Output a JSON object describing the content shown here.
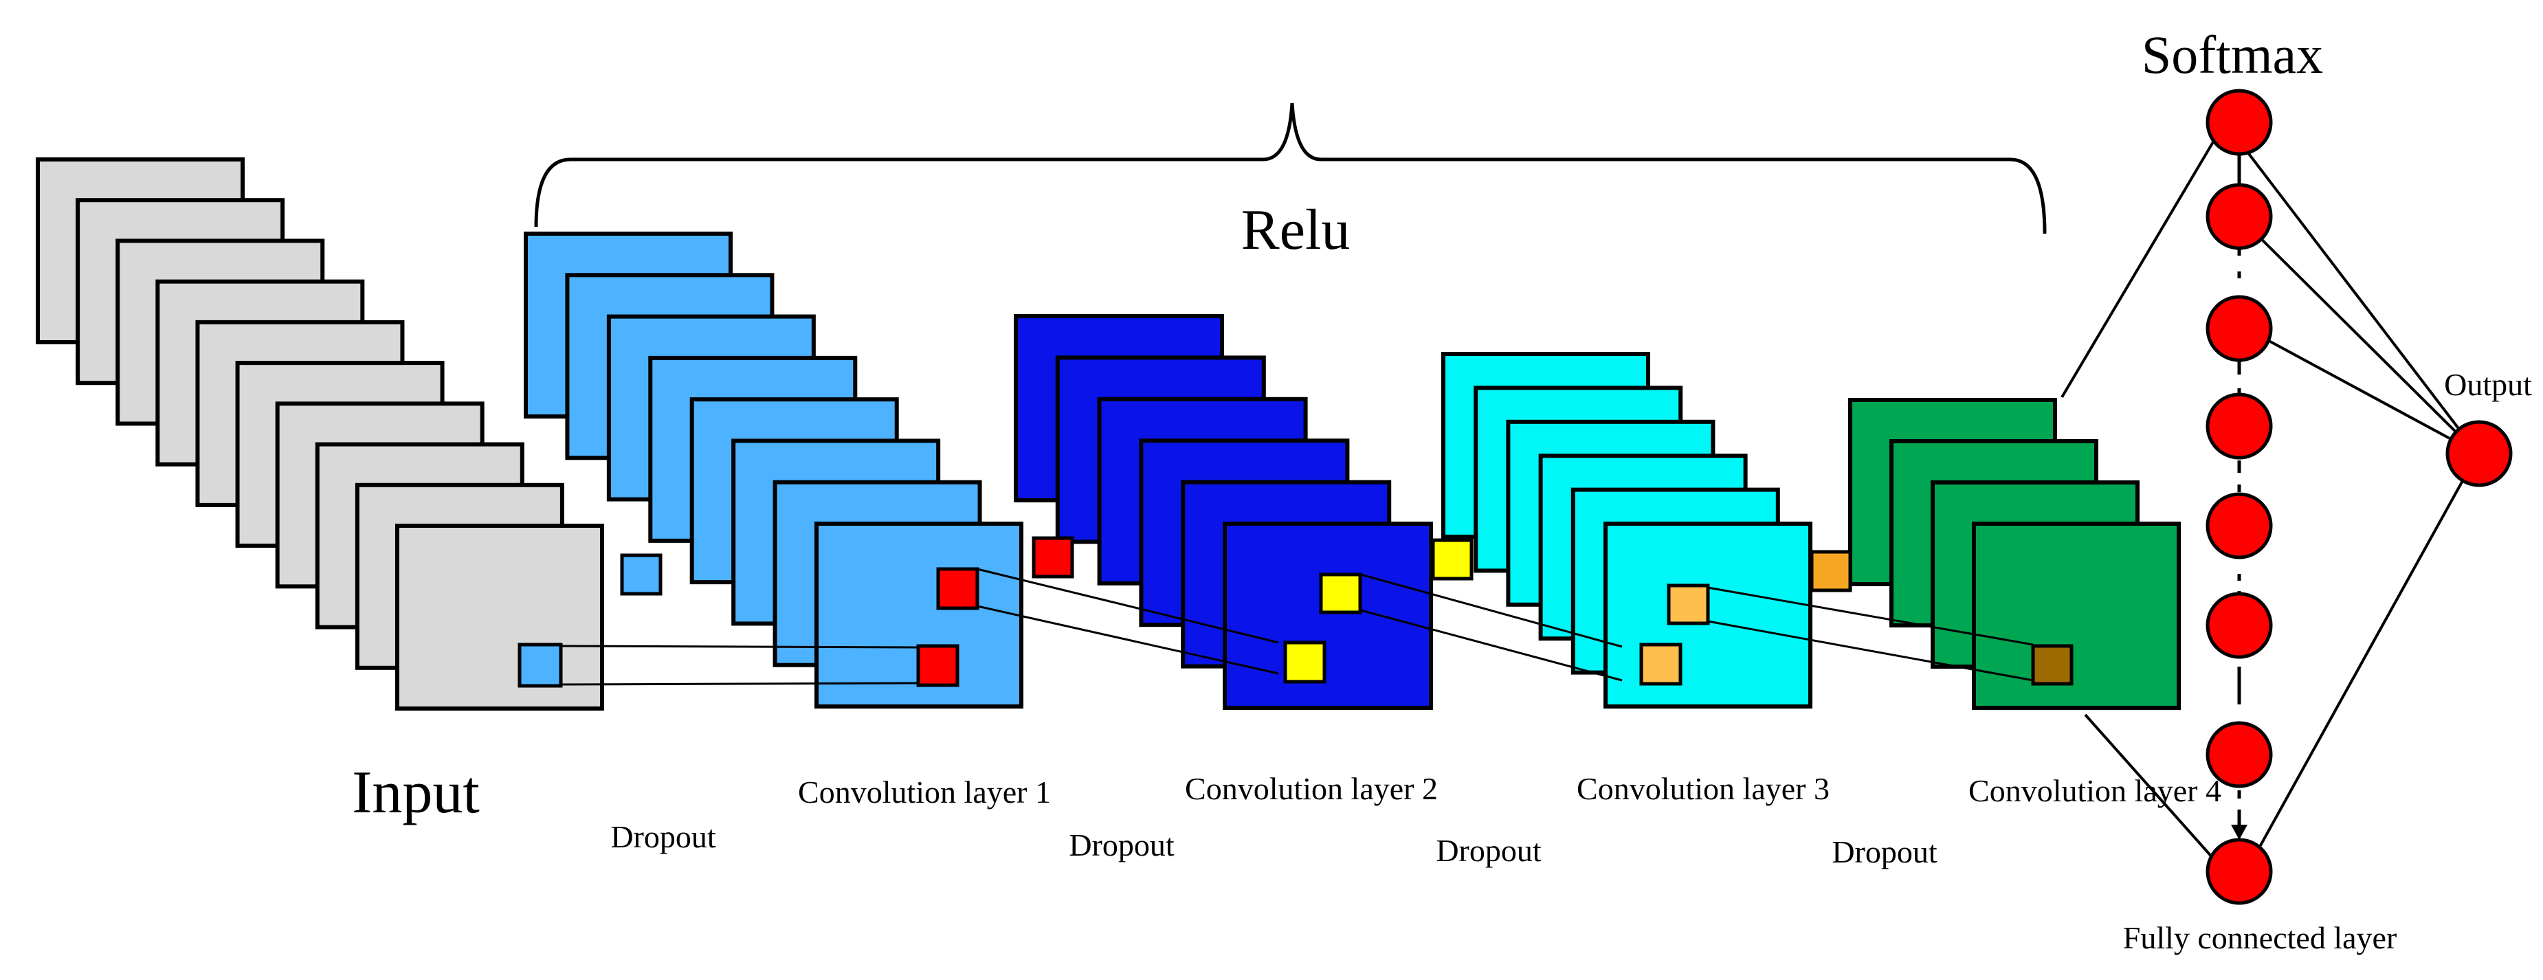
{
  "labels": {
    "softmax": "Softmax",
    "relu": "Relu",
    "input": "Input",
    "conv1": "Convolution layer 1",
    "conv2": "Convolution layer 2",
    "conv3": "Convolution layer 3",
    "conv4": "Convolution layer 4",
    "dropout1": "Dropout",
    "dropout2": "Dropout",
    "dropout3": "Dropout",
    "dropout4": "Dropout",
    "output": "Output",
    "fully_connected": "Fully connected layer"
  },
  "colors": {
    "input_fill": "#d9d9d9",
    "conv1_fill": "#4db2ff",
    "conv2_fill": "#0a14e8",
    "conv3_fill": "#00f7f7",
    "conv4_fill": "#00a651",
    "kernel_red": "#ff0000",
    "kernel_yellow": "#ffff00",
    "kernel_light_orange": "#ffbf4d",
    "kernel_orange": "#f5a623",
    "kernel_brown": "#9c6a00",
    "node_red": "#ff0000"
  },
  "stacks": {
    "input_count": 10,
    "conv1_count": 8,
    "conv2_count": 6,
    "conv3_count": 6,
    "conv4_count": 4
  },
  "fc": {
    "hidden_node_count": 8,
    "output_node_count": 1
  }
}
